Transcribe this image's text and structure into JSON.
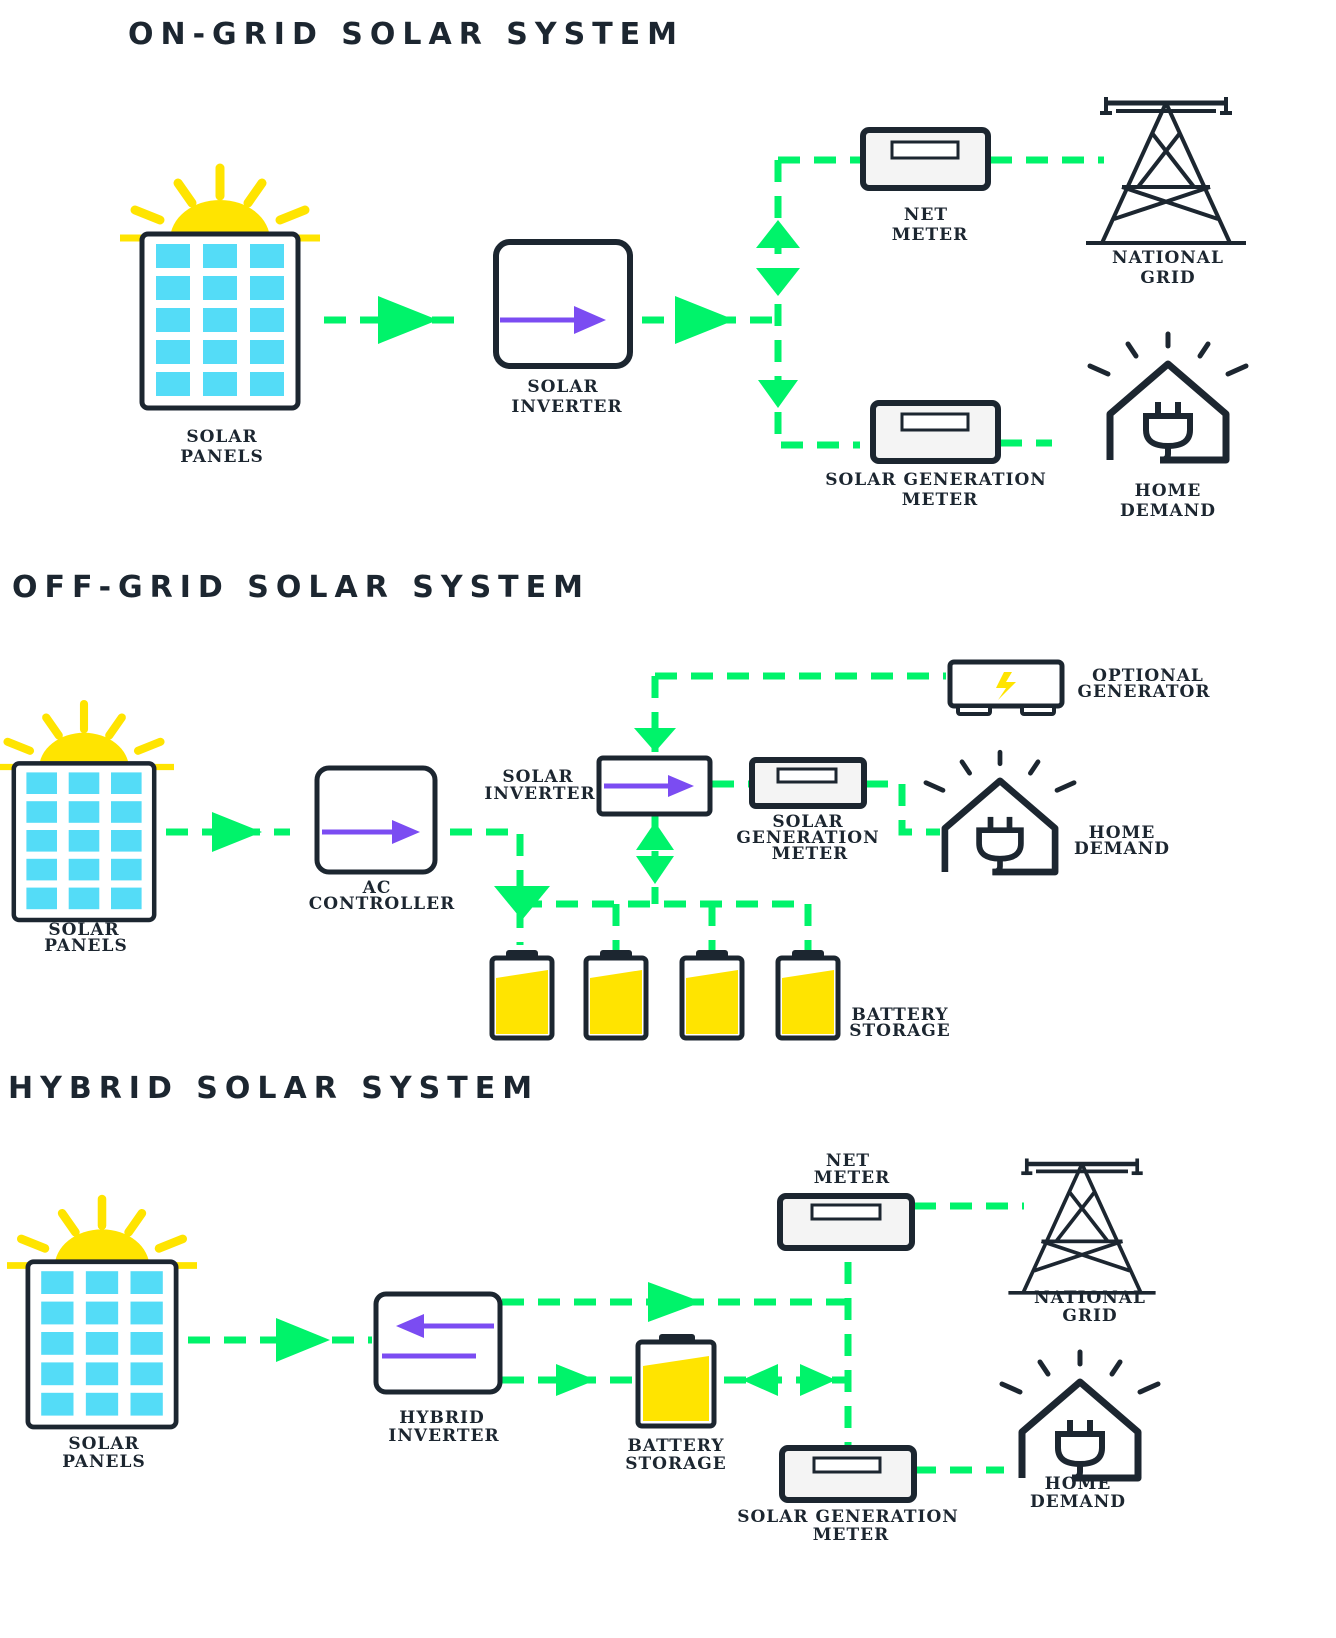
{
  "sections": {
    "on_grid": {
      "title": "ON-GRID SOLAR SYSTEM",
      "solar_panels": [
        "SOLAR",
        "PANELS"
      ],
      "solar_inverter": [
        "SOLAR",
        "INVERTER"
      ],
      "net_meter": [
        "NET",
        "METER"
      ],
      "national_grid": [
        "NATIONAL",
        "GRID"
      ],
      "solar_generation_meter": [
        "SOLAR GENERATION",
        "METER"
      ],
      "home_demand": [
        "HOME",
        "DEMAND"
      ]
    },
    "off_grid": {
      "title": "OFF-GRID SOLAR SYSTEM",
      "solar_panels": [
        "SOLAR",
        "PANELS"
      ],
      "ac_controller": [
        "AC",
        "CONTROLLER"
      ],
      "solar_inverter": [
        "SOLAR",
        "INVERTER"
      ],
      "optional_generator": [
        "OPTIONAL",
        "GENERATOR"
      ],
      "solar_generation_meter": [
        "SOLAR",
        "GENERATION",
        "METER"
      ],
      "home_demand": [
        "HOME",
        "DEMAND"
      ],
      "battery_storage": [
        "BATTERY",
        "STORAGE"
      ]
    },
    "hybrid": {
      "title": "HYBRID SOLAR SYSTEM",
      "solar_panels": [
        "SOLAR",
        "PANELS"
      ],
      "hybrid_inverter": [
        "HYBRID",
        "INVERTER"
      ],
      "battery_storage": [
        "BATTERY",
        "STORAGE"
      ],
      "net_meter": [
        "NET",
        "METER"
      ],
      "national_grid": [
        "NATIONAL",
        "GRID"
      ],
      "solar_generation_meter": [
        "SOLAR GENERATION",
        "METER"
      ],
      "home_demand": [
        "HOME",
        "DEMAND"
      ]
    }
  },
  "colors": {
    "wire": "#00f36a",
    "sun": "#ffe400",
    "panel_cell": "#54dcf7",
    "battery_fill": "#ffe400",
    "inverter_arrow": "#7b4cf2",
    "outline": "#1c2630"
  }
}
